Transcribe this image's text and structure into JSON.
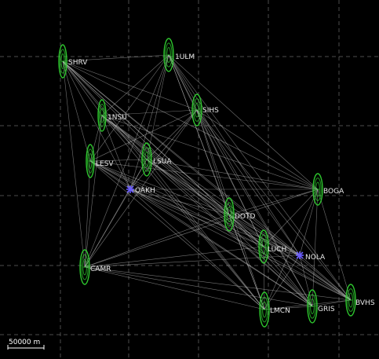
{
  "colors": {
    "background": "#000000",
    "grid": "#8a8a8a",
    "link": "#cfcfcf",
    "ellipse": "#2fd12f",
    "reference_station": "#6a5cff",
    "label": "#e8e8e8"
  },
  "scale_bar": {
    "label": "50000 m"
  },
  "stations": [
    {
      "id": "SHRV",
      "label": "SHRV",
      "kind": "station"
    },
    {
      "id": "1ULM",
      "label": "1ULM",
      "kind": "station"
    },
    {
      "id": "1NSU",
      "label": "1NSU",
      "kind": "station"
    },
    {
      "id": "SIHS",
      "label": "SIHS",
      "kind": "station"
    },
    {
      "id": "LESV",
      "label": "LESV",
      "kind": "station"
    },
    {
      "id": "LSUA",
      "label": "LSUA",
      "kind": "station"
    },
    {
      "id": "OAKH",
      "label": "OAKH",
      "kind": "reference"
    },
    {
      "id": "BOGA",
      "label": "BOGA",
      "kind": "station"
    },
    {
      "id": "DOTD",
      "label": "DOTD",
      "kind": "station"
    },
    {
      "id": "LUCH",
      "label": "LUCH",
      "kind": "station"
    },
    {
      "id": "NOLA",
      "label": "NOLA",
      "kind": "reference"
    },
    {
      "id": "CAMR",
      "label": "CAMR",
      "kind": "station"
    },
    {
      "id": "LMCN",
      "label": "LMCN",
      "kind": "station"
    },
    {
      "id": "GRIS",
      "label": "GRIS",
      "kind": "station"
    },
    {
      "id": "BVHS",
      "label": "BVHS",
      "kind": "station"
    }
  ]
}
